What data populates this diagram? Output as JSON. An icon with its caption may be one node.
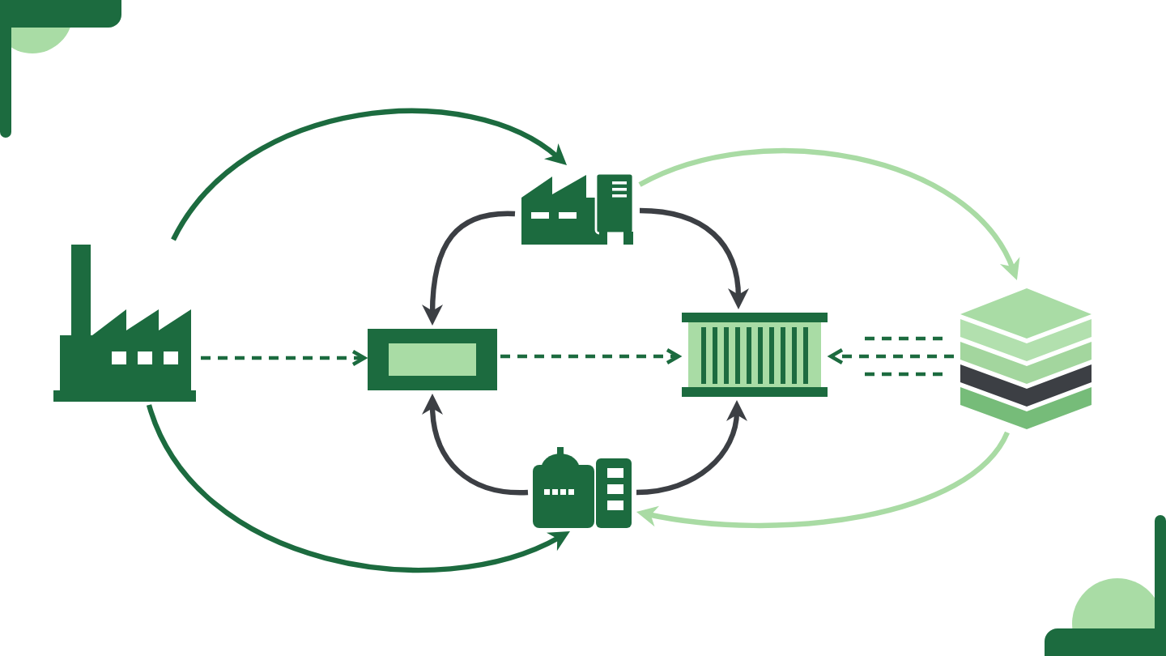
{
  "diagram": {
    "nodes": [
      {
        "text": [],
        "shape": "picture"
      },
      {
        "text": [],
        "shape": "picture"
      },
      {
        "text": [],
        "shape": "box"
      },
      {
        "text": [],
        "shape": "picture"
      },
      {
        "text": [],
        "shape": "picture"
      },
      {
        "text": [],
        "shape": "picture"
      }
    ],
    "edges": [
      {
        "from": 0,
        "to": 1,
        "arrow": "to"
      },
      {
        "from": 0,
        "to": 4,
        "arrow": "to"
      },
      {
        "from": 0,
        "to": 2,
        "arrow": "to",
        "style": "dashed"
      },
      {
        "from": 2,
        "to": 3,
        "arrow": "to",
        "style": "dashed"
      },
      {
        "from": 1,
        "to": 2,
        "arrow": "to",
        "color": "#3c3f44"
      },
      {
        "from": 1,
        "to": 3,
        "arrow": "to",
        "color": "#3c3f44"
      },
      {
        "from": 4,
        "to": 2,
        "arrow": "to",
        "color": "#3c3f44"
      },
      {
        "from": 4,
        "to": 3,
        "arrow": "to",
        "color": "#3c3f44"
      },
      {
        "from": 1,
        "to": 5,
        "arrow": "to",
        "color": "#a9dba4"
      },
      {
        "from": 5,
        "to": 4,
        "arrow": "to",
        "color": "#a9dba4"
      },
      {
        "from": 5,
        "to": 3,
        "arrow": "to",
        "style": "dashed"
      }
    ]
  }
}
